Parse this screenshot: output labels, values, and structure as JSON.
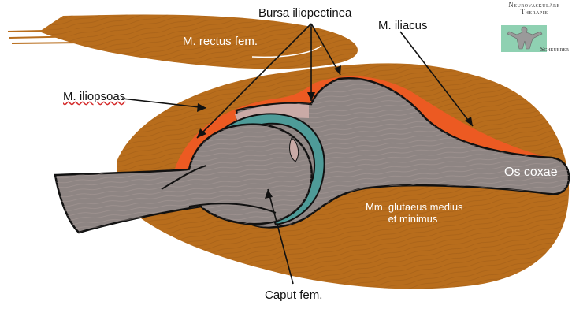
{
  "labels": {
    "bursa_iliopectinea": "Bursa iliopectinea",
    "m_rectus_fem": "M. rectus fem.",
    "m_iliacus": "M. iliacus",
    "m_iliopsoas": "M. iliopsoas",
    "os_coxae": "Os coxae",
    "mm_glutaeus_line1": "Mm. glutaeus medius",
    "mm_glutaeus_line2": "et minimus",
    "caput_fem": "Caput fem."
  },
  "logo": {
    "line1": "Neurovaskuläre",
    "line2": "Therapie",
    "line3": "Scheuerer"
  },
  "colors": {
    "muscle": "#b86d1c",
    "muscle_dark": "#8f5212",
    "bursa": "#ec5a22",
    "bone": "#8e8583",
    "cartilage": "#4e9b98",
    "capsule": "#c9aaa6",
    "logo_box": "#8fd1b2"
  }
}
